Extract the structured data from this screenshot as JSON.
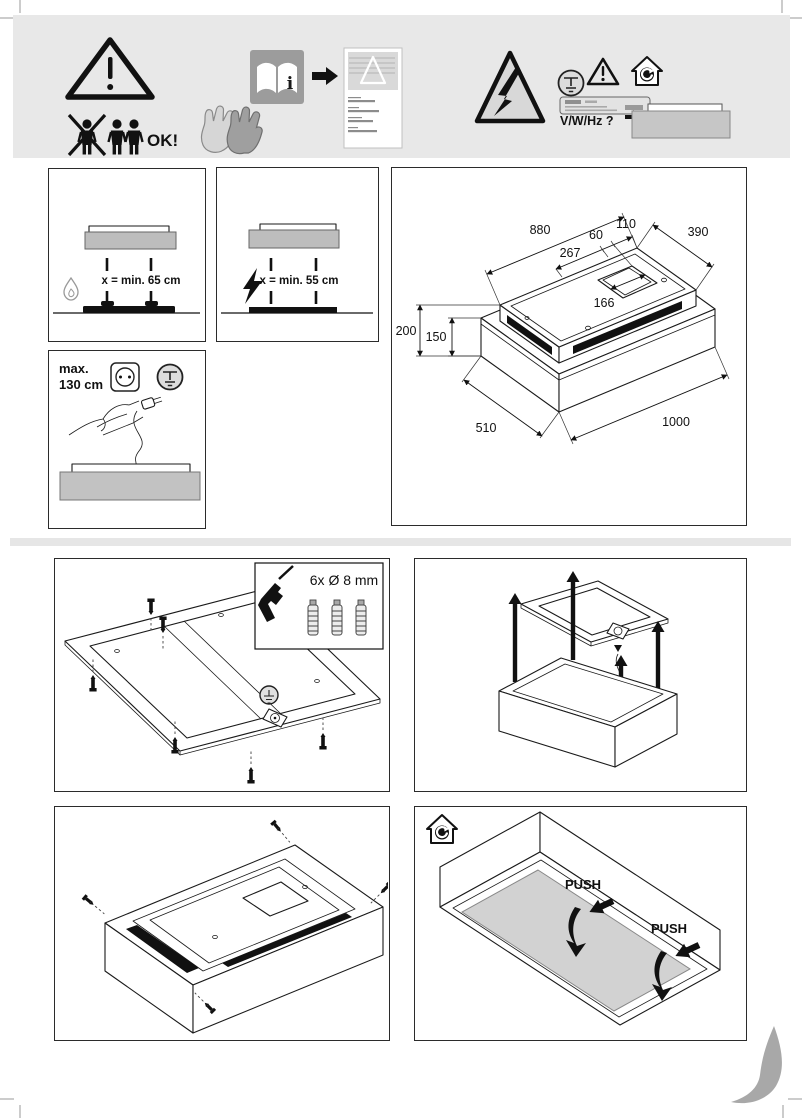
{
  "banner": {
    "ok_label": "OK!",
    "power_question": "V/W/Hz ?"
  },
  "clearances": {
    "gas_label": "x = min. 65 cm",
    "electric_label": "x = min. 55 cm"
  },
  "cable": {
    "max_label": "max.",
    "length_label": "130 cm"
  },
  "mounting": {
    "drill_label": "6x Ø 8 mm"
  },
  "filters": {
    "push_front": "PUSH",
    "push_rear": "PUSH"
  },
  "dims": {
    "d880": "880",
    "d110": "110",
    "d60": "60",
    "d267": "267",
    "d166": "166",
    "d390": "390",
    "d150": "150",
    "d200": "200",
    "d1000": "1000",
    "d510": "510"
  },
  "icons": {
    "warning": "warning-triangle-icon",
    "no_single_person": "single-person-crossed-icon",
    "two_persons": "two-persons-ok-icon",
    "gloves": "protective-gloves-icon",
    "manual": "read-manual-book-icon",
    "leaflet": "instruction-leaflet-icon",
    "electric_hazard": "electric-shock-triangle-icon",
    "earth": "earth-ground-icon",
    "recirculation": "recirculation-house-icon",
    "rating_plate": "rating-plate-icon",
    "gas": "gas-flame-icon",
    "electric": "lightning-bolt-icon",
    "socket": "power-socket-icon",
    "drill": "power-drill-icon",
    "wall_plugs": "wall-plug-anchors-icon"
  }
}
